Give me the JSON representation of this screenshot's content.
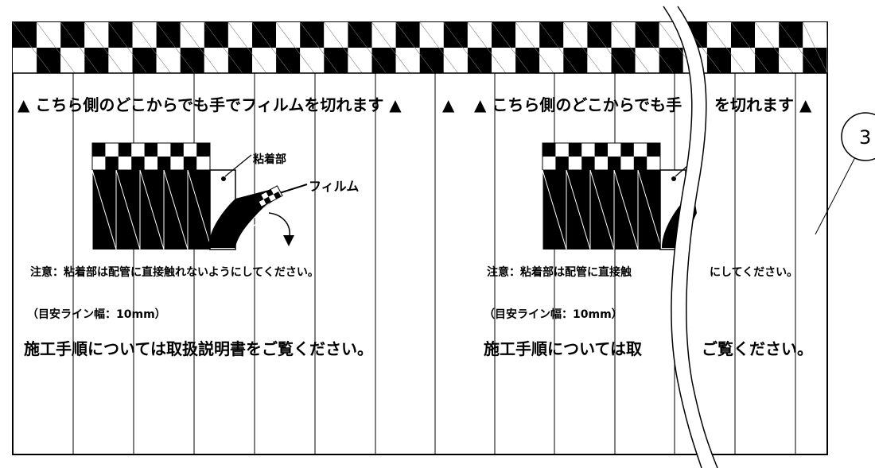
{
  "panel_left": {
    "arrow_banner": "▲ こちら側のどこからでも手でフィルムを切れます ▲",
    "label_adhesive": "粘着部",
    "label_film": "フィルム",
    "caution": "注意：粘着部は配管に直接触れないようにしてください。",
    "guide_width": "（目安ライン幅：10mm）",
    "instructions": "施工手順については取扱説明書をご覧ください。"
  },
  "panel_right": {
    "arrow_banner_prefix": "▲",
    "arrow_banner_a": "▲ こちら側のどこからでも手",
    "arrow_banner_b": "を切れます ▲",
    "caution_a": "注意：粘着部は配管に直接触",
    "caution_b": "にしてください。",
    "guide_width": "（目安ライン幅：10mm）",
    "instructions_a": "施工手順については取",
    "instructions_b": "ご覧ください。"
  },
  "callout_number": "3",
  "colors": {
    "ink": "#000000",
    "paper": "#ffffff"
  }
}
